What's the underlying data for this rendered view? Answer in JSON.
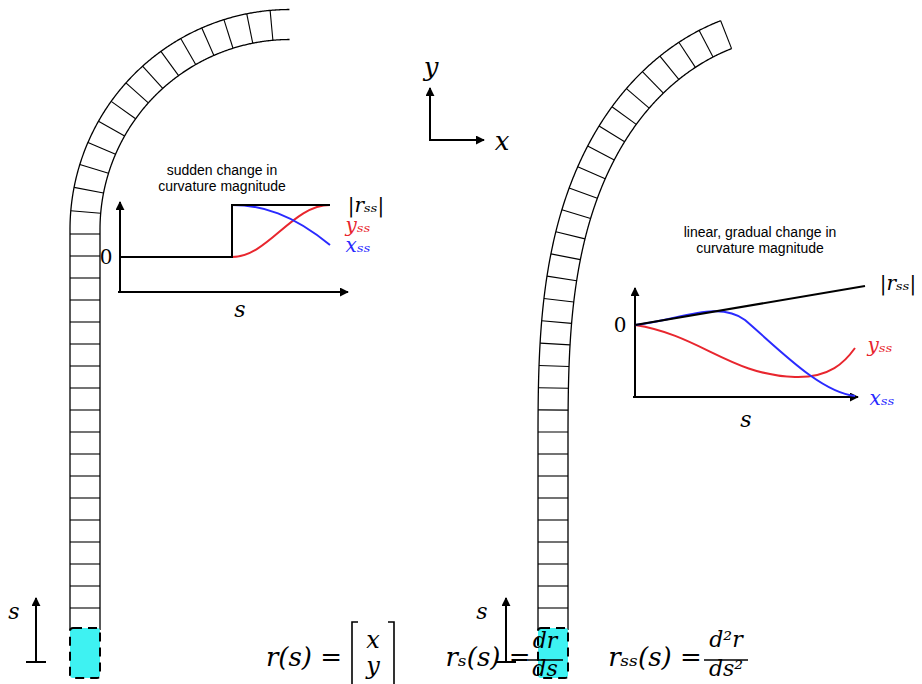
{
  "diagram": {
    "labels": [
      "sudden change in curvature magnitude",
      "0",
      "|rₛₛ|",
      "yₛₛ",
      "xₛₛ",
      "s",
      "s",
      "y",
      "x",
      "linear, gradual change in curvature magnitude",
      "0",
      "|rₛₛ|",
      "yₛₛ",
      "xₛₛ",
      "s",
      "s",
      "r(s) =",
      "x",
      "y",
      "rₛ(s) =",
      "dr",
      "ds",
      "rₛₛ(s) =",
      "d²r",
      "ds²"
    ]
  }
}
